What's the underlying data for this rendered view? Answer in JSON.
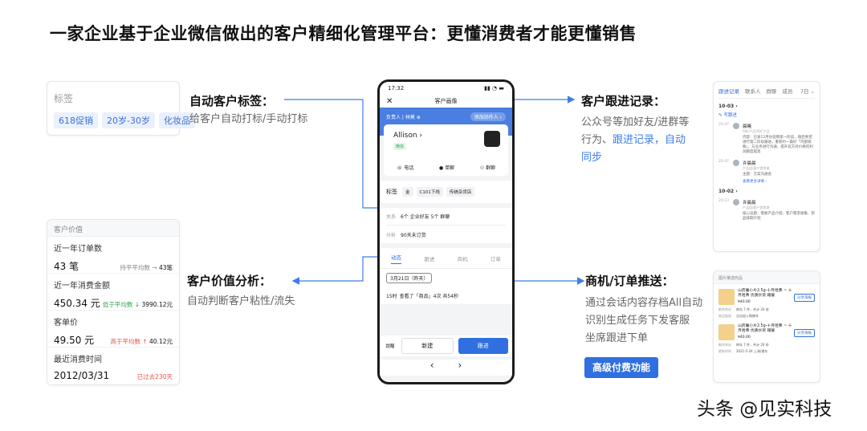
{
  "title": "一家企业基于企业微信做出的客户精细化管理平台：更懂消费者才能更懂销售",
  "tag_card": {
    "label": "标签",
    "tags": [
      "618促销",
      "20岁-30岁",
      "化妆品"
    ]
  },
  "value_card": {
    "header": "客户价值",
    "rows": [
      {
        "key": "近一年订单数",
        "value": "43 笔",
        "note_pre": "持平平均数 → ",
        "note_val": "43笔",
        "tone": "b"
      },
      {
        "key": "近一年消费金额",
        "value": "450.34 元",
        "note_pre": "低于平均数 ↓ ",
        "note_val": "3990.12元",
        "tone": "g"
      },
      {
        "key": "客单价",
        "value": "49.50 元",
        "note_pre": "高于平均数 ↑ ",
        "note_val": "40.12元",
        "tone": "r"
      },
      {
        "key": "最近消费时间",
        "value": "2012/03/31",
        "note_pre": "",
        "note_val": "已过去230天",
        "tone": "r"
      }
    ]
  },
  "features": {
    "auto_tag": {
      "heading": "自动客户标签：",
      "desc": "给客户自动打标/手动打标"
    },
    "value_analysis": {
      "heading": "客户价值分析：",
      "desc": "自动判断客户粘性/流失"
    },
    "follow_up": {
      "heading": "客户跟进记录：",
      "desc_l1": "公众号等加好友/进群等",
      "desc_l2_a": "行为、",
      "desc_l2_b": "跟进记录，自动",
      "desc_l3": "同步"
    },
    "push": {
      "heading": "商机/订单推送：",
      "desc_l1": "通过会话内容存档All自动",
      "desc_l2": "识别生成任务下发客服",
      "desc_l3": "坐席跟进下单",
      "button": "高级付费功能"
    }
  },
  "watermark": "头条 @见实科技",
  "phone": {
    "time": "17:32",
    "signal": "▮▮ ◔ ▬",
    "close": "✕",
    "nav_title": "客户画像",
    "owner": "负责人 | 林莫 ⊕",
    "add_member": "添加协作人 ›",
    "customer_name": "Allison ›",
    "wechat_badge": "微信",
    "actions": [
      "☏ 电话",
      "● 单聊",
      "⚇ 群聊"
    ],
    "tags_label": "标签",
    "tags": [
      "金",
      "C101下线",
      "传统杂货店"
    ],
    "relation_label": "关系",
    "relation_value": "6个 企业好友   5个 群聊",
    "analysis_label": "分析",
    "analysis_value": "90天未订货",
    "tabs": [
      "动态",
      "跟进",
      "商机",
      "订单"
    ],
    "date_chip": "3月21日（昨天）",
    "record_time": "15时",
    "record_text": "查看了「商品」4次 共54秒",
    "reminder": "提醒",
    "new_button": "新建",
    "follow_button": "跟进",
    "back_arrow": "‹",
    "forward_arrow": "›"
  },
  "followup_card": {
    "tabs": [
      "跟进记录",
      "联系人",
      "群聊",
      "成员"
    ],
    "filter": "7日 ⌄",
    "date1": "10-03 ›",
    "write": "✎ 写跟进",
    "items": [
      {
        "time": "20:47",
        "name": "晨曦",
        "sub": "ABC产品/ABC产品",
        "text": "内容：已发12月份促销第一阶段，随后希望进行第二阶段跟进，重新约一篇好「内部观察」，与业务进行沟通，提升双方对价格的利润额度提高"
      },
      {
        "time": "20:47",
        "name": "许晨晨",
        "sub": "产品组/客户首席课",
        "text": "主题：方案沟通会",
        "link": "查看更多详情 ›"
      }
    ],
    "date2": "10-02 ›",
    "item3": {
      "time": "20:23",
      "name": "许晨晨",
      "sub": "产品组/客户首席课",
      "text": "核心议题：需要产品介绍、客户需求收集、新品排期计划"
    }
  },
  "order_card": {
    "header": "图片推送商品",
    "items": [
      {
        "title": "山药薯小片2.5g-十月哈弗 ~ 十月哈弗 优质炒货 箱餐",
        "price": "¥40.00",
        "share": "分享海报",
        "meta_label": "剩余库存",
        "meta_val": "库存 7 件，共计 20 份",
        "meta2_label": "商品链接",
        "meta2_val": "点击加入购物车"
      },
      {
        "title": "山药薯小片2.5g-十月哈弗 ~ 十月哈弗 优质炒货 箱餐",
        "price": "¥40.00",
        "share": "分享海报",
        "meta_label": "剩余库存",
        "meta_val": "库存 7 件，共计 20 份",
        "meta2_label": "更新时间",
        "meta2_val": "2021-5-24 上海/浦东"
      }
    ]
  }
}
